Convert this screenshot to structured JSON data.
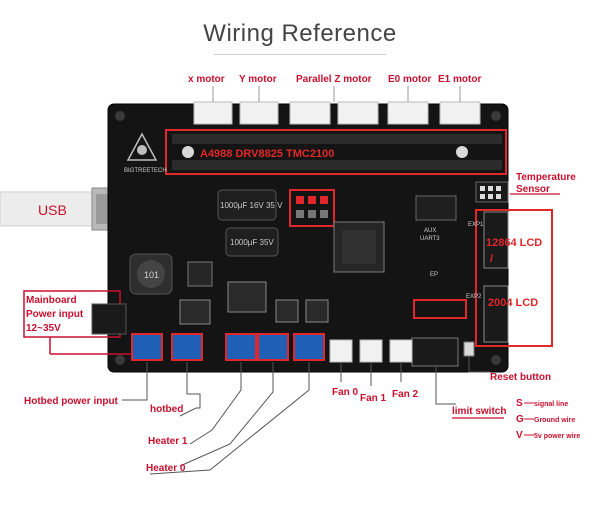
{
  "title": "Wiring Reference",
  "board_text": {
    "brand": "BIGTREETECH",
    "drivers": "A4988 DRV8825 TMC2100",
    "cap_top": "1000μF 16V 35 V",
    "cap_bottom": "1000μF 35V",
    "inductor": "101",
    "aux": "AUX",
    "uart": "UART3",
    "exp1": "EXP1",
    "exp2": "EXP2",
    "ep": "EP"
  },
  "labels": {
    "x_motor": "x motor",
    "y_motor": "Y motor",
    "parallel_z_motor": "Parallel Z motor",
    "e0_motor": "E0 motor",
    "e1_motor": "E1 motor",
    "temperature_sensor_1": "Temperature",
    "temperature_sensor_2": "Sensor",
    "usb": "USB",
    "lcd_12864": "12864 LCD",
    "lcd_2004": "2004 LCD",
    "mainboard_power_1": "Mainboard",
    "mainboard_power_2": "Power input",
    "mainboard_power_3": "12~35V",
    "hotbed_power_input": "Hotbed power input",
    "hotbed": "hotbed",
    "heater_1": "Heater 1",
    "heater_0": "Heater 0",
    "fan_0": "Fan 0",
    "fan_1": "Fan 1",
    "fan_2": "Fan 2",
    "limit_switch": "limit switch",
    "reset_button": "Reset button"
  },
  "legend": {
    "s": "S",
    "s_text": "signal line",
    "g": "G",
    "g_text": "Ground wire",
    "v": "V",
    "v_text": "5v power wire"
  },
  "colors": {
    "accent_red": "#c8102e",
    "board": "#141414",
    "connector": "#f2f2f2"
  }
}
